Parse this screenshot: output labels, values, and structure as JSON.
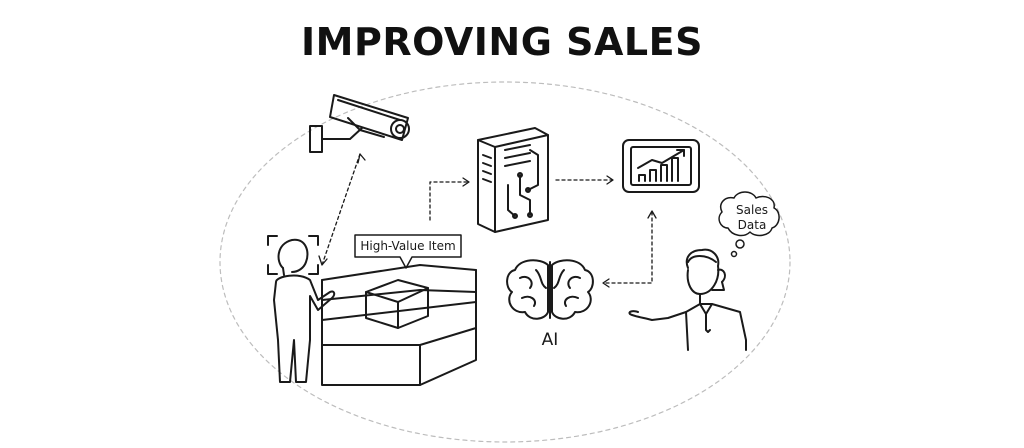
{
  "diagram": {
    "title": "IMPROVING SALES",
    "callout_label": "High-Value Item",
    "ai_label": "AI",
    "thought_bubble_text": "Sales\nData"
  },
  "colors": {
    "line": "#1a1a1a",
    "dashed_ellipse": "#bdbdbd",
    "background": "#ffffff"
  },
  "icons": [
    "security-camera-icon",
    "server-icon",
    "tablet-chart-icon",
    "brain-icon",
    "shopper-icon",
    "display-case-icon",
    "salesperson-icon",
    "thought-bubble-icon"
  ]
}
